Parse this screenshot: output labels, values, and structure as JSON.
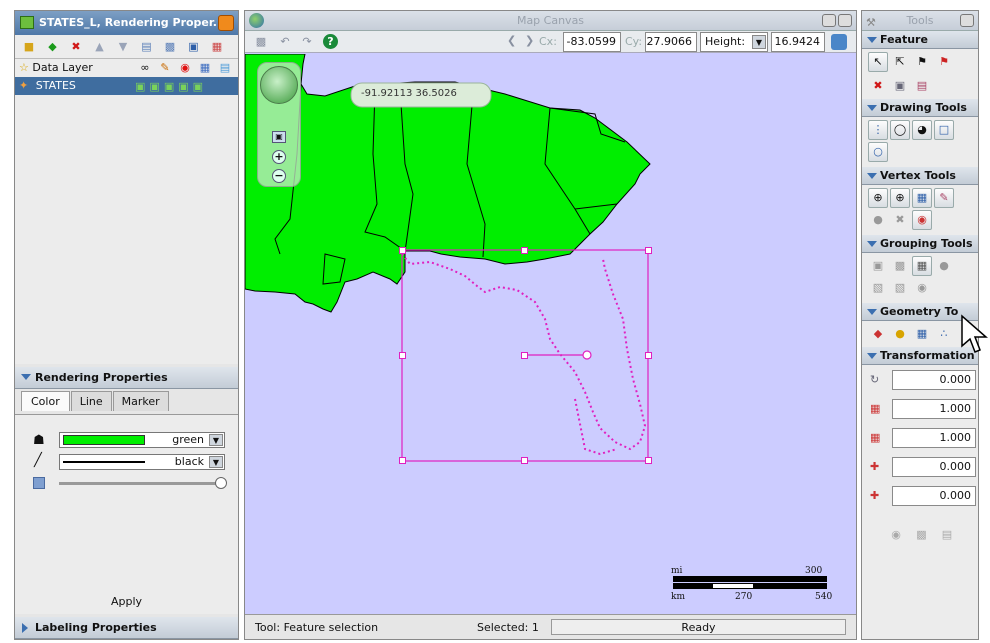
{
  "layers_panel": {
    "title": "STATES_L, Rendering Proper...",
    "tree": [
      {
        "label": "Data Layer"
      },
      {
        "label": "STATES"
      }
    ]
  },
  "rendering": {
    "title": "Rendering Properties",
    "tabs": [
      "Color",
      "Line",
      "Marker"
    ],
    "fill_color_name": "green",
    "line_color_name": "black",
    "fill_color": "#00ee00",
    "line_color": "#000000",
    "apply_label": "Apply",
    "labeling_title": "Labeling Properties"
  },
  "map": {
    "title": "Map Canvas",
    "cx_label": "Cx:",
    "cx": "-83.0599",
    "cy_label": "Cy:",
    "cy": "27.9066",
    "height_label": "Height:",
    "height": "16.9424",
    "coord_tooltip": "-91.92113 36.5026",
    "land_color": "#00ee00",
    "water_color": "#ccccff",
    "selection_color": "#e020c0",
    "scale": {
      "mi_label": "mi",
      "mi_max": "300",
      "km_label": "km",
      "km_mid": "270",
      "km_max": "540"
    }
  },
  "status": {
    "tool": "Tool: Feature selection",
    "selected": "Selected: 1",
    "state": "Ready"
  },
  "tools_panel": {
    "title": "Tools",
    "sections": [
      "Feature",
      "Drawing Tools",
      "Vertex Tools",
      "Grouping Tools",
      "Geometry To",
      "Transformation"
    ],
    "transform_values": [
      "0.000",
      "1.000",
      "1.000",
      "0.000",
      "0.000"
    ]
  }
}
